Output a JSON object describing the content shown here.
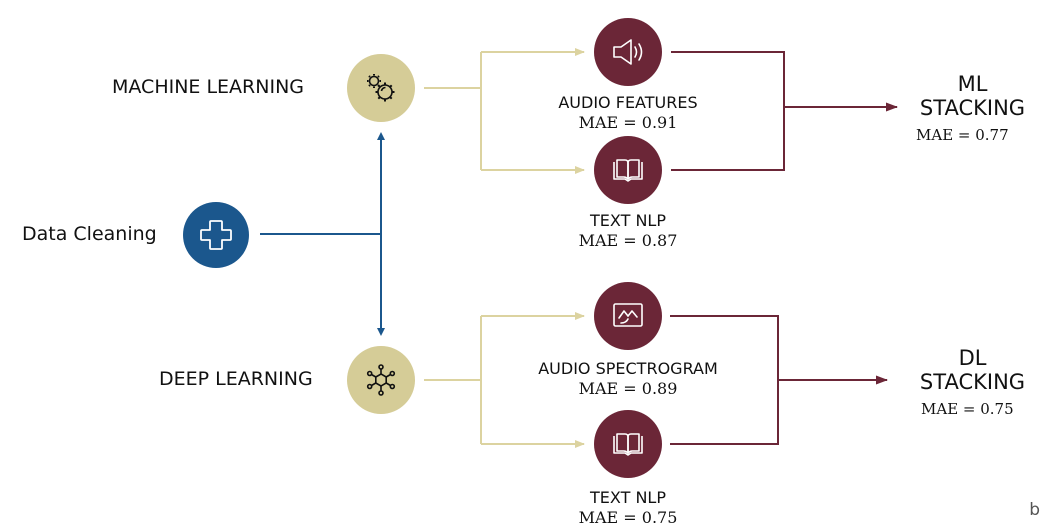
{
  "diagram": {
    "source": {
      "label": "Data Cleaning",
      "icon": "plus-cross-icon"
    },
    "branches": [
      {
        "id": "ml",
        "label": "MACHINE LEARNING",
        "icon": "gears-icon",
        "models": [
          {
            "title": "AUDIO FEATURES",
            "metric": "MAE = 0.91",
            "icon": "speaker-icon"
          },
          {
            "title": "TEXT NLP",
            "metric": "MAE = 0.87",
            "icon": "book-icon"
          }
        ],
        "stacking": {
          "title_line1": "ML",
          "title_line2": "STACKING",
          "metric": "MAE = 0.77"
        }
      },
      {
        "id": "dl",
        "label": "DEEP LEARNING",
        "icon": "neural-network-icon",
        "models": [
          {
            "title": "AUDIO SPECTROGRAM",
            "metric": "MAE = 0.89",
            "icon": "image-landscape-icon"
          },
          {
            "title": "TEXT NLP",
            "metric": "MAE = 0.75",
            "icon": "book-icon"
          }
        ],
        "stacking": {
          "title_line1": "DL",
          "title_line2": "STACKING",
          "metric": "MAE = 0.75"
        }
      }
    ],
    "corner_text": "b"
  },
  "colors": {
    "gold": "#d5cc97",
    "maroon": "#6b2637",
    "blue": "#1b578d",
    "gold_line": "#dcd3a0",
    "maroon_line": "#6b2637"
  }
}
